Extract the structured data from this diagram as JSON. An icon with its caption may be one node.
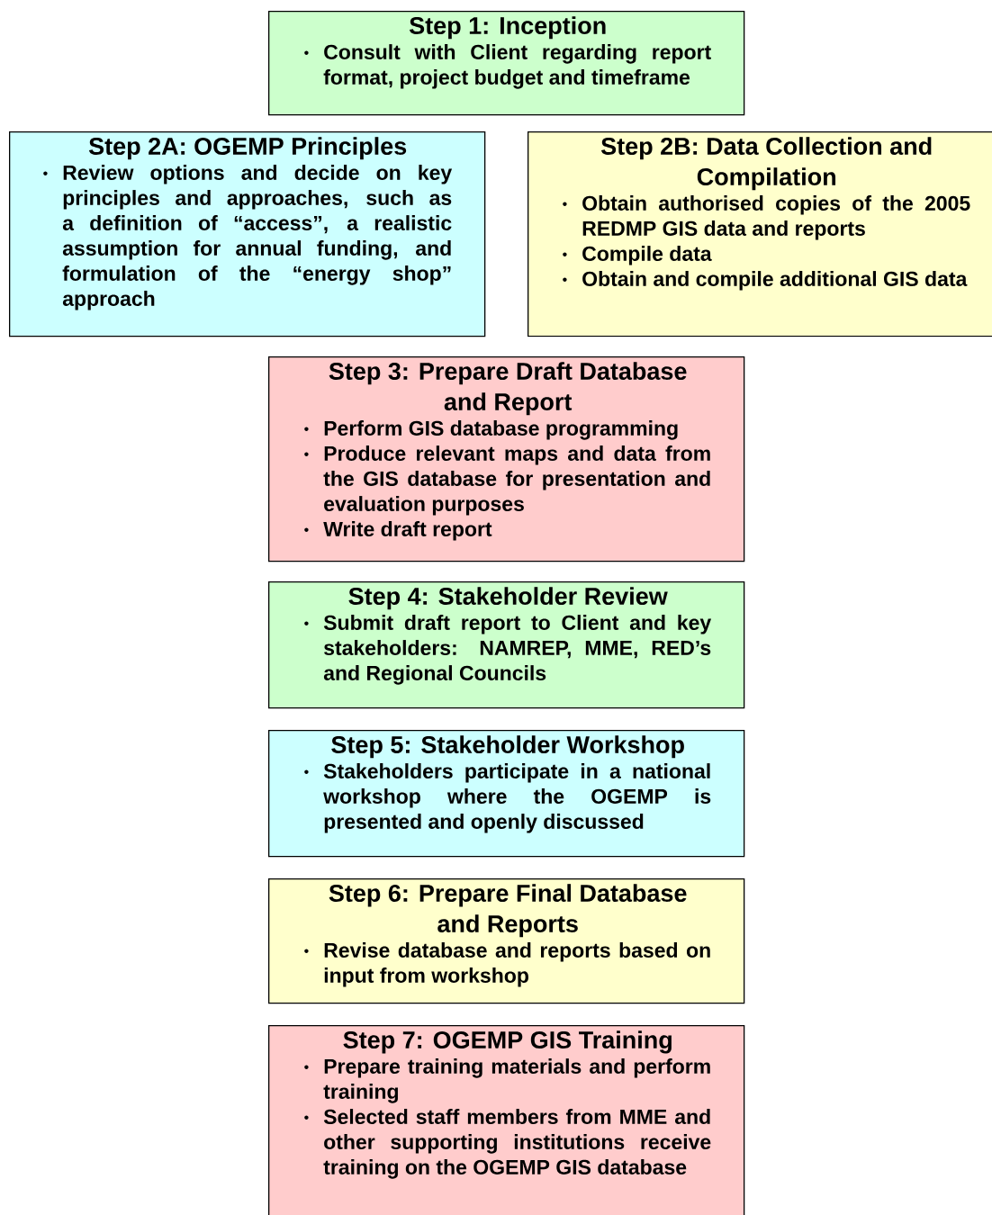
{
  "diagram": {
    "nodes": [
      {
        "text": [
          "Step 1: Inception",
          "Consult with Client regarding report format, project budget and timeframe"
        ]
      },
      {
        "text": [
          "Step 2A: OGEMP Principles",
          "Review options and decide on key principles and approaches, such as a definition of “access”, a realistic assumption for annual funding, and formulation of the “energy shop” approach"
        ]
      },
      {
        "text": [
          "Step 2B: Data Collection and Compilation",
          "Obtain authorised copies of the 2005 REDMP GIS data and reports",
          "Compile data",
          "Obtain and compile additional GIS data"
        ]
      },
      {
        "text": [
          "Step 3: Prepare Draft Database and Report",
          "Perform GIS database programming",
          "Produce relevant maps and data from the GIS database for presentation and evaluation purposes",
          "Write draft report"
        ]
      },
      {
        "text": [
          "Step 4: Stakeholder Review",
          "Submit draft report to Client and key stakeholders: NAMREP, MME, RED’s and Regional Councils"
        ]
      },
      {
        "text": [
          "Step 5: Stakeholder Workshop",
          "Stakeholders participate in a national workshop where the OGEMP is presented and openly discussed"
        ]
      },
      {
        "text": [
          "Step 6: Prepare Final Database and Reports",
          "Revise database and reports based on input from workshop"
        ]
      },
      {
        "text": [
          "Step 7: OGEMP GIS Training",
          "Prepare training materials and perform training",
          "Selected staff members from MME and other supporting institutions receive training on the OGEMP GIS database"
        ]
      }
    ]
  }
}
